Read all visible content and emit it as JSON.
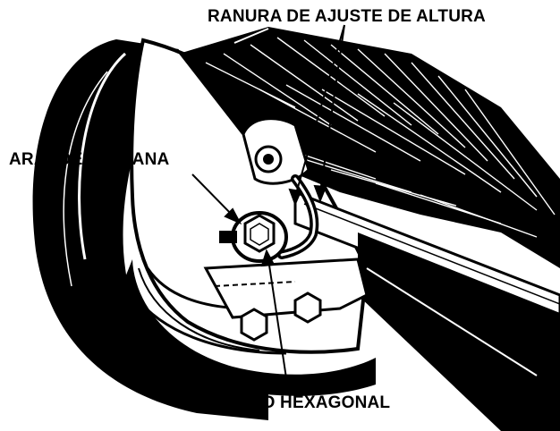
{
  "callouts": {
    "height_slot": "RANURA DE AJUSTE DE ALTURA",
    "flat_washer": "ARANDELA PLANA",
    "hex_bolt": "PERNO HEXAGONAL"
  },
  "colors": {
    "ink": "#000000",
    "paper": "#ffffff"
  }
}
